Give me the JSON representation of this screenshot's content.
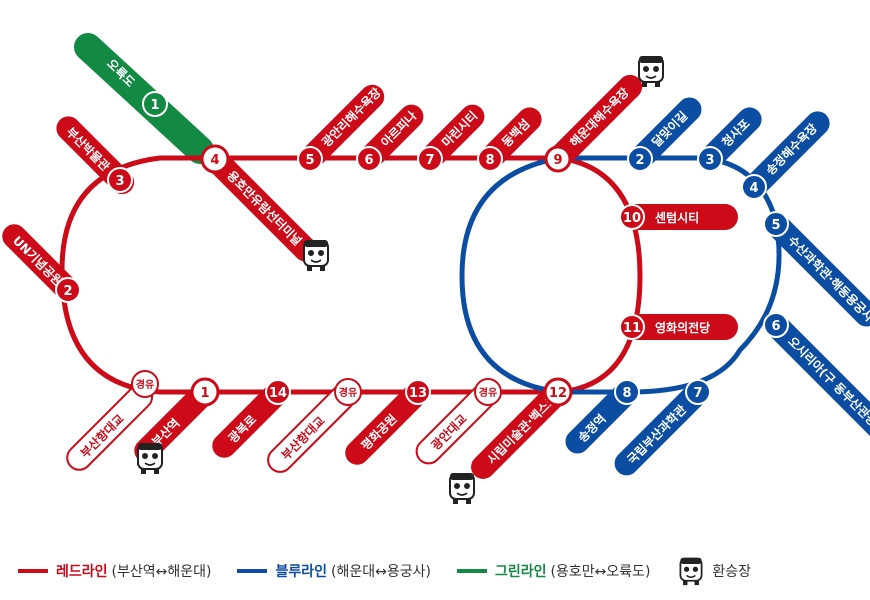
{
  "colors": {
    "red": "#cc0a18",
    "blue": "#0b4da2",
    "green": "#138a44",
    "white": "#ffffff"
  },
  "stations": {
    "red": [
      {
        "num": "1",
        "name": "부산역",
        "transfer": true
      },
      {
        "num": "2",
        "name": "UN기념공원"
      },
      {
        "num": "3",
        "name": "부산박물관"
      },
      {
        "num": "4",
        "name": "용호만유람선터미널",
        "transfer": true
      },
      {
        "num": "5",
        "name": "광안리해수욕장"
      },
      {
        "num": "6",
        "name": "아르피나"
      },
      {
        "num": "7",
        "name": "마린시티"
      },
      {
        "num": "8",
        "name": "동백섬"
      },
      {
        "num": "9",
        "name": "해운대해수욕장",
        "transfer": true
      },
      {
        "num": "10",
        "name": "센텀시티"
      },
      {
        "num": "11",
        "name": "영화의전당"
      },
      {
        "num": "12",
        "name": "시립미술관·벡스코",
        "transfer": true
      },
      {
        "num": "13",
        "name": "평화공원"
      },
      {
        "num": "14",
        "name": "광복로"
      }
    ],
    "via": [
      {
        "num": "경유",
        "name": "부산항대교"
      },
      {
        "num": "경유",
        "name": "부산항대교"
      },
      {
        "num": "경유",
        "name": "광안대교"
      }
    ],
    "blue": [
      {
        "num": "2",
        "name": "달맞이길"
      },
      {
        "num": "3",
        "name": "청사포"
      },
      {
        "num": "4",
        "name": "송정해수욕장"
      },
      {
        "num": "5",
        "name": "수산과학관·해동용궁사"
      },
      {
        "num": "6",
        "name": "오시리아(구 동부산관광단지)"
      },
      {
        "num": "7",
        "name": "국립부산과학관"
      },
      {
        "num": "8",
        "name": "송정역"
      }
    ],
    "green": [
      {
        "num": "1",
        "name": "오륙도"
      }
    ]
  },
  "legend": {
    "red": {
      "name": "레드라인",
      "route": "(부산역↔해운대)"
    },
    "blue": {
      "name": "블루라인",
      "route": "(해운대↔용궁사)"
    },
    "green": {
      "name": "그린라인",
      "route": "(용호만↔오륙도)"
    },
    "transfer": {
      "name": "환승장",
      "icon": "bus-face-icon"
    }
  }
}
